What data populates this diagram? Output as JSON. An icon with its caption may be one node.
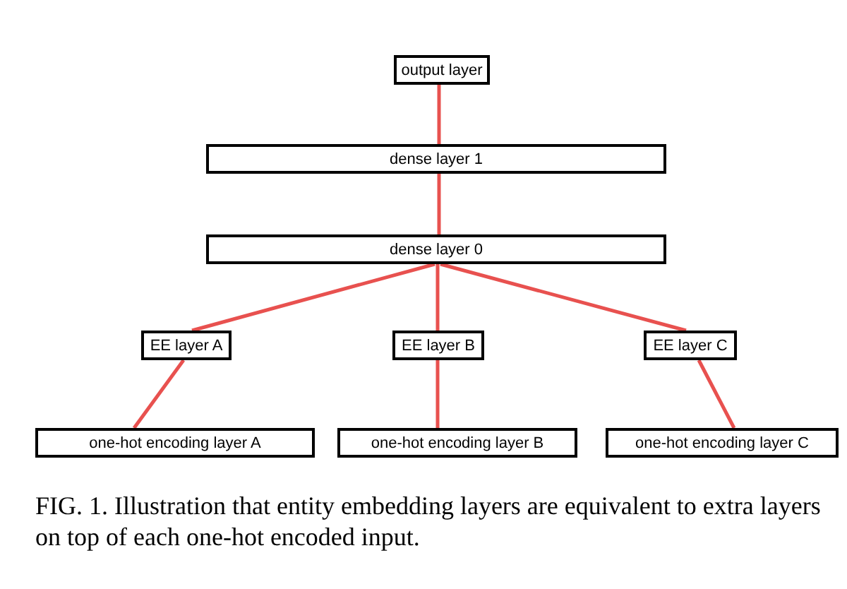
{
  "diagram": {
    "caption": "FIG. 1. Illustration that entity embedding layers are equivalent to extra layers on top of each one-hot encoded input.",
    "nodes": [
      {
        "text": [
          "output layer"
        ]
      },
      {
        "text": [
          "dense layer 1"
        ]
      },
      {
        "text": [
          "dense layer 0"
        ]
      },
      {
        "text": [
          "EE layer A"
        ]
      },
      {
        "text": [
          "EE layer B"
        ]
      },
      {
        "text": [
          "EE layer C"
        ]
      },
      {
        "text": [
          "one-hot encoding layer A"
        ]
      },
      {
        "text": [
          "one-hot encoding layer B"
        ]
      },
      {
        "text": [
          "one-hot encoding layer C"
        ]
      }
    ],
    "edges": [
      {
        "from": 0,
        "to": 1,
        "arrow": "none"
      },
      {
        "from": 1,
        "to": 2,
        "arrow": "none"
      },
      {
        "from": 2,
        "to": 3,
        "arrow": "none"
      },
      {
        "from": 2,
        "to": 4,
        "arrow": "none"
      },
      {
        "from": 2,
        "to": 5,
        "arrow": "none"
      },
      {
        "from": 3,
        "to": 6,
        "arrow": "none"
      },
      {
        "from": 4,
        "to": 7,
        "arrow": "none"
      },
      {
        "from": 5,
        "to": 8,
        "arrow": "none"
      }
    ]
  }
}
